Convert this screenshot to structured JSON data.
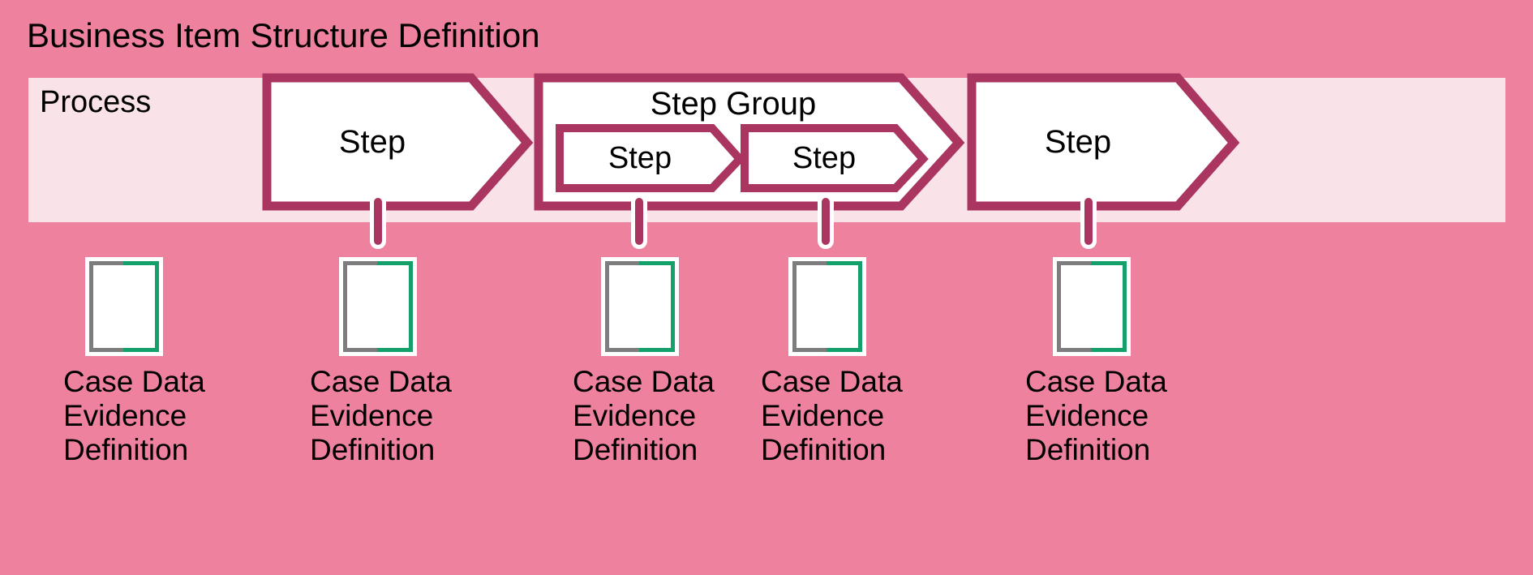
{
  "page": {
    "title": "Business Item Structure Definition",
    "background_color": "#ee819e"
  },
  "swimlane": {
    "label": "Process",
    "background_color": "#fae3e8"
  },
  "colors": {
    "background": "#ee819e",
    "lane": "#fae3e8",
    "arrow_stroke": "#a93560",
    "arrow_fill": "#ffffff",
    "connector": "#a93560",
    "connector_halo": "#ffffff",
    "doc_border_gray": "#7d7d7d",
    "doc_border_green": "#14a06a",
    "doc_fill": "#ffffff",
    "text": "#000000"
  },
  "process_flow": {
    "nodes": [
      {
        "id": "step-1",
        "kind": "step",
        "label": "Step"
      },
      {
        "id": "step-group-1",
        "kind": "step-group",
        "label": "Step Group",
        "children": [
          {
            "id": "step-2",
            "kind": "step",
            "label": "Step"
          },
          {
            "id": "step-3",
            "kind": "step",
            "label": "Step"
          }
        ]
      },
      {
        "id": "step-4",
        "kind": "step",
        "label": "Step"
      }
    ]
  },
  "artifacts": {
    "caption_lines": [
      "Case Data",
      "Evidence",
      "Definition"
    ],
    "items": [
      {
        "id": "artifact-1",
        "icon": "document-icon",
        "caption": "Case Data\nEvidence\nDefinition",
        "connected_to": null
      },
      {
        "id": "artifact-2",
        "icon": "document-icon",
        "caption": "Case Data\nEvidence\nDefinition",
        "connected_to": "step-1"
      },
      {
        "id": "artifact-3",
        "icon": "document-icon",
        "caption": "Case Data\nEvidence\nDefinition",
        "connected_to": "step-2"
      },
      {
        "id": "artifact-4",
        "icon": "document-icon",
        "caption": "Case Data\nEvidence\nDefinition",
        "connected_to": "step-3"
      },
      {
        "id": "artifact-5",
        "icon": "document-icon",
        "caption": "Case Data\nEvidence\nDefinition",
        "connected_to": "step-4"
      }
    ]
  }
}
